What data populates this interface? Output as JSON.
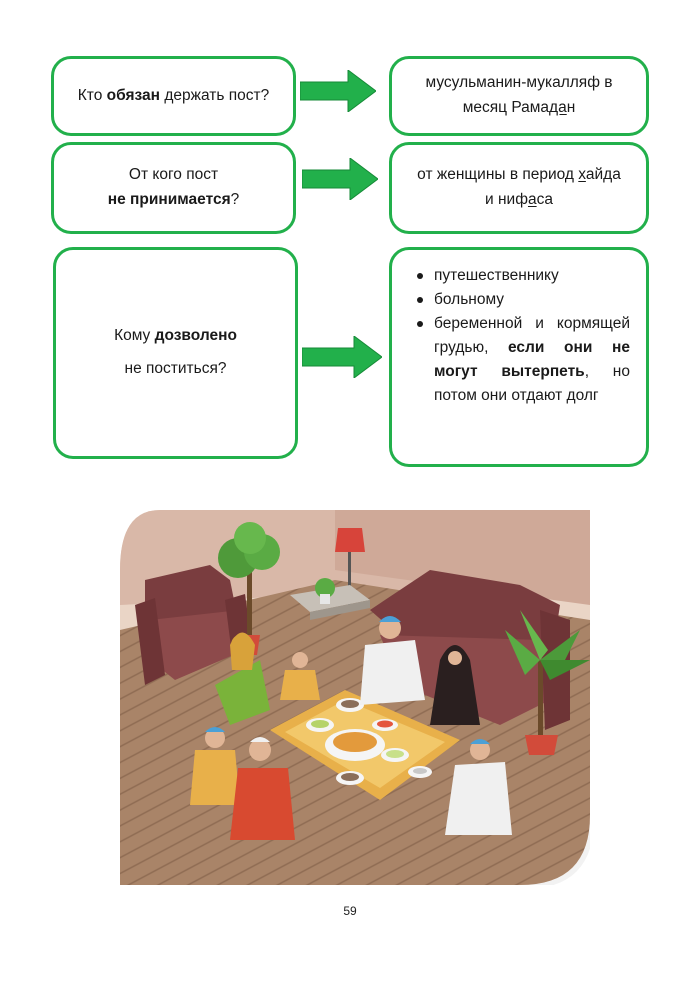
{
  "rows": [
    {
      "question_pre": "Кто ",
      "question_bold": "обязан",
      "question_post": " держать пост?",
      "answer_pre": "мусульманин-мукалляф в месяц Рама",
      "answer_under": "да",
      "answer_post": "н"
    },
    {
      "question_pre": "От кого пост",
      "question_bold": "не принимается",
      "question_post": "?",
      "answer_line1_pre": "от женщины в период ",
      "answer_line1_under": "х",
      "answer_line1_post": "айда",
      "answer_line2_pre": "и ниф",
      "answer_line2_under": "а",
      "answer_line2_post": "са"
    },
    {
      "question_pre": "Кому ",
      "question_bold": "дозволено",
      "question_post": "не поститься?",
      "answer_items": [
        "путешественнику",
        "больному",
        "беременной и кормящей грудью, "
      ],
      "answer_item3_bold": "если они не могут вытерпеть",
      "answer_item3_post": ", но потом они отдают долг"
    }
  ],
  "colors": {
    "accent": "#22b04b"
  },
  "illustration": "family-iftar-illustration",
  "page_number": "59"
}
